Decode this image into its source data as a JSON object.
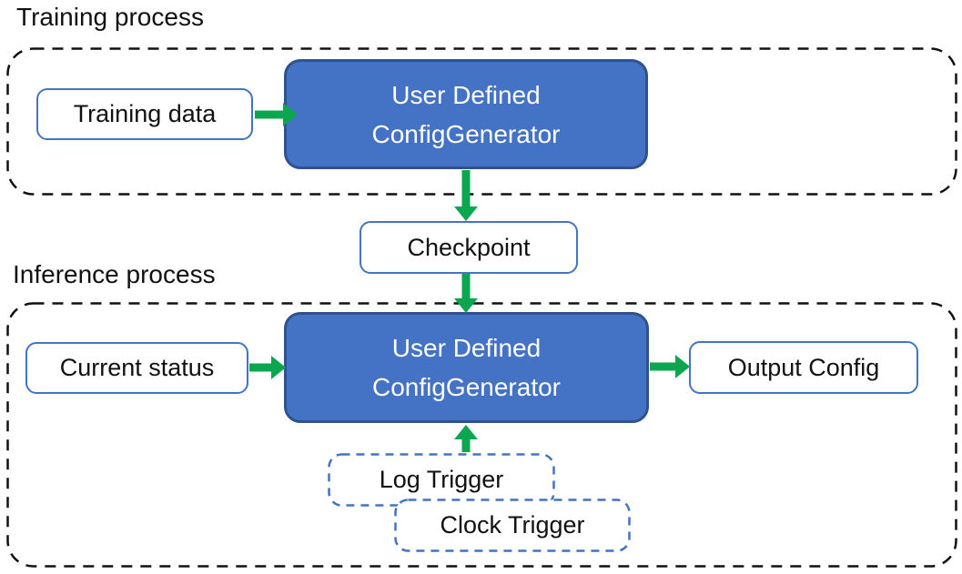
{
  "diagram": {
    "training": {
      "title": "Training process",
      "input_label": "Training data",
      "generator": {
        "line1": "User Defined",
        "line2": "ConfigGenerator"
      }
    },
    "checkpoint": {
      "label": "Checkpoint"
    },
    "inference": {
      "title": "Inference process",
      "input_label": "Current status",
      "generator": {
        "line1": "User Defined",
        "line2": "ConfigGenerator"
      },
      "output_label": "Output Config",
      "triggers": {
        "log": "Log Trigger",
        "clock": "Clock Trigger"
      }
    },
    "colors": {
      "generator_fill": "#4472c4",
      "generator_border": "#2f528f",
      "solid_box_border": "#4472c4",
      "trigger_dash_border": "#4472c4",
      "process_dash_border": "#111111",
      "arrow_green": "#0ba64f",
      "text_dark": "#111111",
      "text_light": "#ffffff"
    }
  }
}
